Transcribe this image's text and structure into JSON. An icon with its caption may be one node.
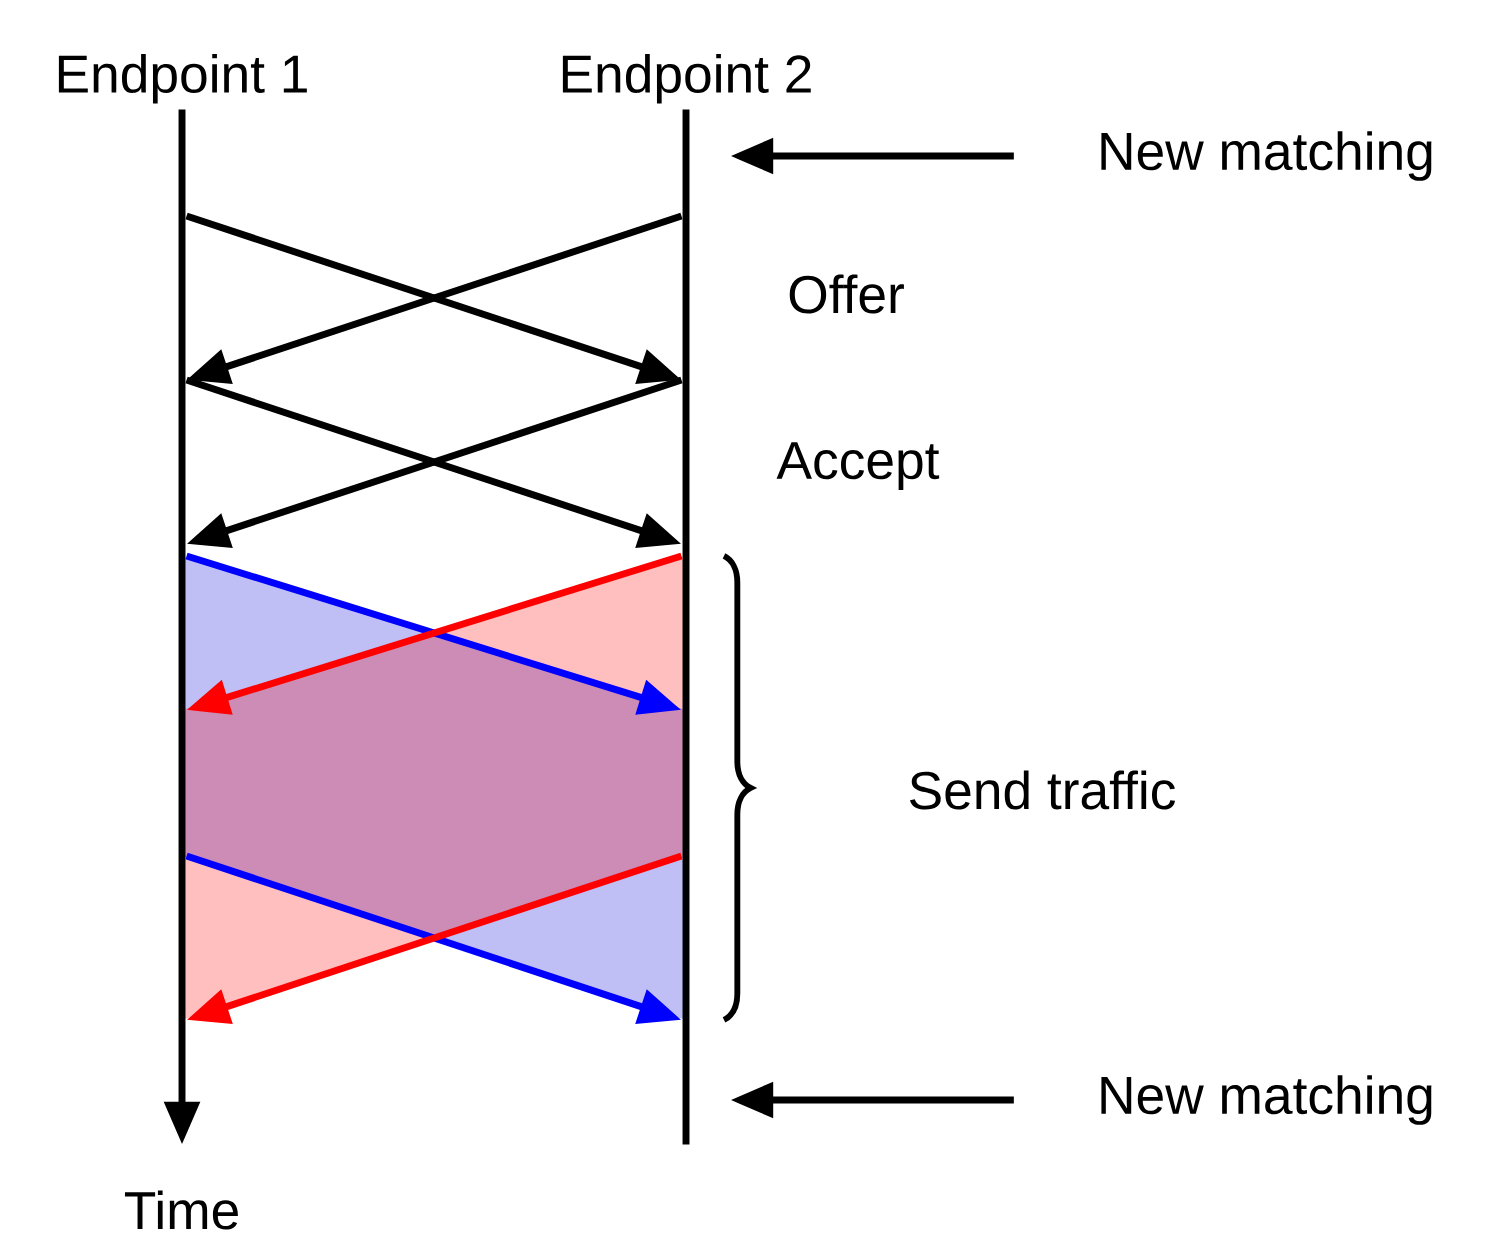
{
  "diagram": {
    "nodes": [
      {
        "text": [
          "Endpoint 1"
        ]
      },
      {
        "text": [
          "Endpoint 2"
        ]
      },
      {
        "text": [
          "New matching"
        ]
      },
      {
        "text": [
          "New matching"
        ]
      }
    ],
    "edges": [
      {
        "from": 2,
        "to": 1,
        "arrow": "to"
      },
      {
        "from": 0,
        "to": 1,
        "arrow": "to"
      },
      {
        "from": 1,
        "to": 0,
        "arrow": "to"
      },
      {
        "from": 0,
        "to": 1,
        "arrow": "to"
      },
      {
        "from": 1,
        "to": 0,
        "arrow": "to"
      },
      {
        "from": 0,
        "to": 1,
        "arrow": "to",
        "color": "#0000ff"
      },
      {
        "from": 1,
        "to": 0,
        "arrow": "to",
        "color": "#ff0000"
      },
      {
        "from": 0,
        "to": 1,
        "arrow": "to",
        "color": "#0000ff"
      },
      {
        "from": 1,
        "to": 0,
        "arrow": "to",
        "color": "#ff0000"
      },
      {
        "from": 3,
        "to": 1,
        "arrow": "to"
      }
    ],
    "labels": [
      "Offer",
      "Accept",
      "Send traffic",
      "Time"
    ]
  }
}
